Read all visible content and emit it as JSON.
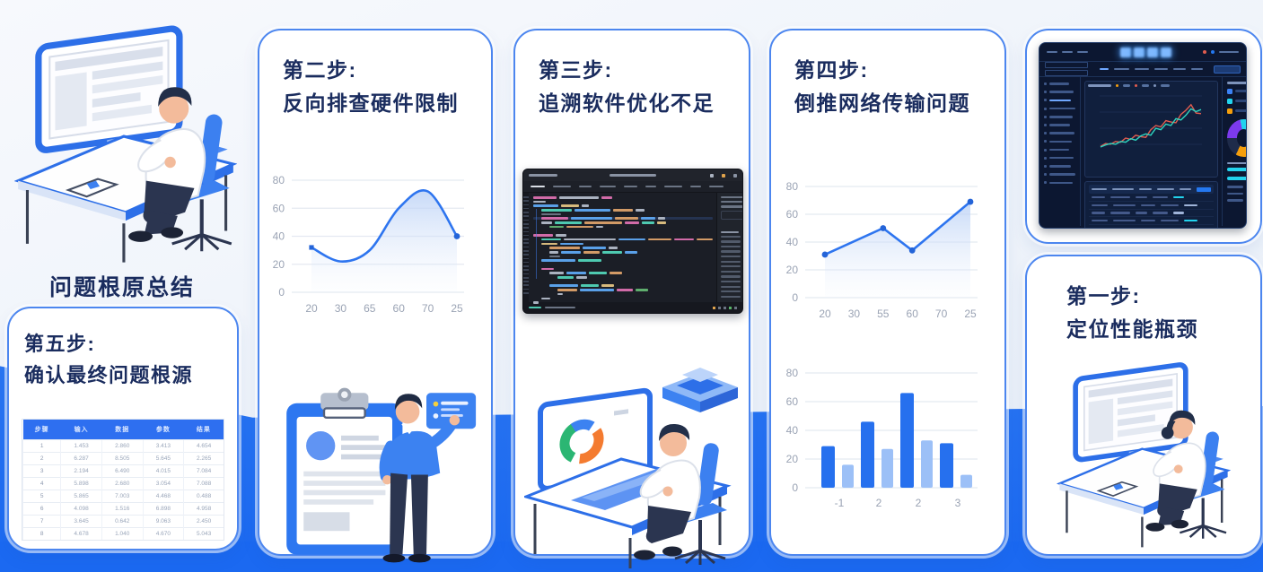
{
  "summary_title": "问题根原总结",
  "steps": {
    "step1": {
      "t1": "第一步:",
      "t2": "定位性能瓶颈"
    },
    "step2": {
      "t1": "第二步:",
      "t2": "反向排查硬件限制"
    },
    "step3": {
      "t1": "第三步:",
      "t2": "追溯软件优化不足"
    },
    "step4": {
      "t1": "第四步:",
      "t2": "倒推网络传输问题"
    },
    "step5": {
      "t1": "第五步:",
      "t2": "确认最终问题根源"
    }
  },
  "table": {
    "headers": [
      "步骤",
      "输入",
      "数据",
      "参数",
      "结果"
    ],
    "rows": [
      [
        "1",
        "1.453",
        "2.860",
        "3.413",
        "4.654"
      ],
      [
        "2",
        "6.287",
        "8.505",
        "5.645",
        "2.265"
      ],
      [
        "3",
        "2.194",
        "6.490",
        "4.015",
        "7.084"
      ],
      [
        "4",
        "5.898",
        "2.680",
        "3.054",
        "7.088"
      ],
      [
        "5",
        "5.865",
        "7.003",
        "4.468",
        "0.488"
      ],
      [
        "6",
        "4.098",
        "1.516",
        "6.898",
        "4.958"
      ],
      [
        "7",
        "3.645",
        "0.642",
        "9.063",
        "2.450"
      ],
      [
        "8",
        "4.678",
        "1.040",
        "4.670",
        "5.043"
      ]
    ]
  },
  "chart_data": [
    {
      "id": "hardware-curve",
      "type": "line",
      "smooth": true,
      "area": true,
      "markers": "ends",
      "x": [
        "20",
        "30",
        "65",
        "60",
        "70",
        "25"
      ],
      "series": [
        {
          "name": "value",
          "values": [
            32,
            22,
            30,
            60,
            72,
            40
          ]
        }
      ],
      "yticks": [
        0,
        20,
        40,
        60,
        80
      ],
      "ylim": [
        0,
        80
      ],
      "line_color": "#2e75ef",
      "grid": true,
      "legend": "none"
    },
    {
      "id": "network-line",
      "type": "line",
      "smooth": false,
      "area": true,
      "markers": "all",
      "x": [
        "20",
        "30",
        "55",
        "60",
        "70",
        "25"
      ],
      "series": [
        {
          "name": "value",
          "points": [
            [
              0,
              31
            ],
            [
              2,
              50
            ],
            [
              3,
              34
            ],
            [
              5,
              69
            ]
          ]
        }
      ],
      "yticks": [
        0,
        20,
        40,
        60,
        80
      ],
      "ylim": [
        0,
        80
      ],
      "line_color": "#2e75ef",
      "grid": true,
      "legend": "none"
    },
    {
      "id": "network-bars",
      "type": "bar",
      "categories": [
        "-1",
        "2",
        "2",
        "3"
      ],
      "series": [
        {
          "name": "primary",
          "values": [
            29,
            46,
            66,
            31
          ],
          "color": "#2670ee"
        },
        {
          "name": "secondary",
          "values": [
            16,
            27,
            33,
            9
          ],
          "color": "#9cc0f7"
        }
      ],
      "yticks": [
        0,
        20,
        40,
        60,
        80
      ],
      "ylim": [
        0,
        80
      ],
      "grid": true,
      "legend": "none"
    },
    {
      "id": "dashboard-trend",
      "type": "line",
      "smooth": false,
      "area": false,
      "series": [
        {
          "name": "warm",
          "color": "#e05c4f",
          "values": [
            10,
            14,
            13,
            17,
            16,
            22,
            20,
            26,
            24,
            23,
            34,
            40,
            38,
            47,
            45,
            44,
            56,
            62,
            70,
            58,
            57
          ]
        },
        {
          "name": "cool",
          "color": "#2dd4bf",
          "values": [
            9,
            12,
            14,
            13,
            17,
            16,
            21,
            19,
            25,
            28,
            26,
            36,
            34,
            42,
            40,
            50,
            48,
            55,
            64,
            60,
            63
          ]
        }
      ],
      "ylim": [
        0,
        80
      ],
      "grid": true,
      "legend": "top-right"
    }
  ],
  "editor": {
    "title_dots": [
      "#aab2c0",
      "#e0a34c",
      "#8a93a4"
    ],
    "tab_widths": [
      16,
      20,
      14,
      18,
      15,
      12,
      20,
      12,
      16
    ],
    "code_colors": {
      "m": "#d16ba8",
      "b": "#5aa0e8",
      "g": "#5fae6e",
      "o": "#d29a66",
      "t": "#4ec9b0",
      "w": "#aab2c0",
      "c": "#6a7280",
      "y": "#d7ba7d"
    },
    "code_lines": [
      [
        0,
        [
          [
            "m",
            26
          ],
          [
            "w",
            44
          ],
          [
            "m",
            12
          ]
        ],
        0
      ],
      [
        0,
        [
          [
            "w",
            14
          ]
        ],
        0
      ],
      [
        0,
        [
          [
            "b",
            28
          ],
          [
            "y",
            20
          ],
          [
            "w",
            8
          ]
        ],
        0
      ],
      [
        1,
        [
          [
            "t",
            34
          ],
          [
            "b",
            40
          ],
          [
            "o",
            22
          ],
          [
            "w",
            10
          ]
        ],
        0
      ],
      [
        1,
        [
          [
            "c",
            22
          ]
        ],
        0
      ],
      [
        1,
        [
          [
            "m",
            30
          ],
          [
            "b",
            46
          ],
          [
            "o",
            26
          ],
          [
            "b",
            16
          ],
          [
            "w",
            8
          ]
        ],
        1
      ],
      [
        1,
        [
          [
            "w",
            12
          ],
          [
            "t",
            30
          ],
          [
            "o",
            42
          ],
          [
            "m",
            16
          ],
          [
            "t",
            14
          ],
          [
            "y",
            10
          ]
        ],
        0
      ],
      [
        2,
        [
          [
            "g",
            16
          ],
          [
            "o",
            30
          ],
          [
            "w",
            8
          ]
        ],
        0
      ],
      [
        0,
        [],
        0
      ],
      [
        0,
        [
          [
            "m",
            22
          ],
          [
            "w",
            12
          ]
        ],
        0
      ],
      [
        1,
        [
          [
            "t",
            22
          ],
          [
            "w",
            58
          ],
          [
            "b",
            30
          ],
          [
            "o",
            26
          ],
          [
            "m",
            22
          ],
          [
            "o",
            18
          ]
        ],
        0
      ],
      [
        1,
        [
          [
            "y",
            18
          ],
          [
            "b",
            26
          ]
        ],
        0
      ],
      [
        2,
        [
          [
            "o",
            34
          ],
          [
            "b",
            26
          ],
          [
            "w",
            10
          ]
        ],
        0
      ],
      [
        2,
        [
          [
            "w",
            10
          ],
          [
            "b",
            22
          ],
          [
            "o",
            18
          ],
          [
            "t",
            22
          ],
          [
            "b",
            14
          ]
        ],
        0
      ],
      [
        2,
        [
          [
            "c",
            12
          ]
        ],
        0
      ],
      [
        1,
        [
          [
            "b",
            38
          ],
          [
            "t",
            26
          ]
        ],
        0
      ],
      [
        0,
        [],
        0
      ],
      [
        1,
        [
          [
            "m",
            14
          ]
        ],
        0
      ],
      [
        2,
        [
          [
            "w",
            16
          ],
          [
            "b",
            22
          ],
          [
            "t",
            20
          ],
          [
            "o",
            14
          ]
        ],
        0
      ],
      [
        3,
        [
          [
            "t",
            18
          ],
          [
            "w",
            12
          ]
        ],
        0
      ],
      [
        0,
        [],
        0
      ],
      [
        2,
        [
          [
            "b",
            32
          ],
          [
            "t",
            20
          ],
          [
            "y",
            14
          ]
        ],
        0
      ],
      [
        3,
        [
          [
            "o",
            22
          ],
          [
            "b",
            38
          ],
          [
            "m",
            18
          ],
          [
            "g",
            14
          ]
        ],
        0
      ],
      [
        3,
        [
          [
            "w",
            6
          ]
        ],
        0
      ],
      [
        1,
        [
          [
            "w",
            10
          ]
        ],
        0
      ],
      [
        0,
        [
          [
            "w",
            6
          ]
        ],
        0
      ]
    ],
    "panel_values": [
      "w",
      "w",
      "w",
      "w",
      "w",
      "g",
      "g",
      "w",
      "g",
      "g",
      "o",
      "g",
      "o"
    ],
    "value_colors": {
      "w": "#aab2c0",
      "g": "#58b368",
      "o": "#e0a34c"
    }
  },
  "dashboard": {
    "sidebar_rows": 13,
    "menu_items": 6,
    "table_rows": 6,
    "table_cols": [
      30,
      44,
      26,
      34,
      24
    ],
    "stats": [
      {
        "color": "#3b82f6"
      },
      {
        "color": "#22d3ee"
      },
      {
        "color": "#f59e0b"
      }
    ],
    "donut": [
      {
        "color": "#7c3aed",
        "pct": 22
      },
      {
        "color": "#22d3ee",
        "pct": 26
      },
      {
        "color": "#f59e0b",
        "pct": 34
      },
      {
        "color": "#1e2b4a",
        "pct": 18
      }
    ],
    "progress": [
      {
        "color": "#22d3ee",
        "pct": 78
      },
      {
        "color": "#22d3ee",
        "pct": 55
      }
    ],
    "accent_red": "#e05c4f",
    "accent_blue": "#2478f0"
  },
  "colors": {
    "band": "#2e79f3",
    "band_deep": "#1b69f1",
    "card_border": "#4c86ef",
    "title_text": "#1a2c5e",
    "axis_text": "#9aa3b4",
    "grid_line": "#e4e9f1",
    "chart_line": "#2e75ef",
    "bar_dark": "#2670ee",
    "bar_light": "#9cc0f7",
    "table_header_bg": "#2e6ff0"
  }
}
